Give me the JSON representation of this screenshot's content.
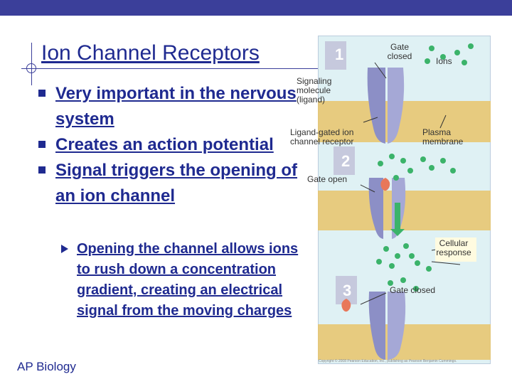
{
  "slide": {
    "title": "Ion Channel Receptors",
    "bullets": [
      "Very important in the nervous system",
      "Creates an action potential",
      "Signal triggers the opening of an ion channel"
    ],
    "sub_bullets": [
      "Opening the channel allows ions to rush down a concentration gradient, creating an electrical signal from the moving charges"
    ],
    "footer": "AP Biology"
  },
  "figure": {
    "labels": {
      "step1": "1",
      "step2": "2",
      "step3": "3",
      "gate_closed_top": "Gate closed",
      "ions": "Ions",
      "signaling_molecule": "Signaling molecule (ligand)",
      "ligand_gated_receptor": "Ligand-gated ion channel receptor",
      "plasma_membrane": "Plasma membrane",
      "gate_open": "Gate open",
      "cellular_response": "Cellular response",
      "gate_closed_bottom": "Gate closed"
    },
    "copyright": "Copyright © 2008 Pearson Education, Inc., publishing as Pearson Benjamin Cummings."
  },
  "colors": {
    "theme_blue": "#1f2a90",
    "membrane": "#e9c46a",
    "channel": "#8c8fc6",
    "ligand": "#e8775a",
    "ion": "#3bb36a",
    "step_badge": "#d9dbe8"
  }
}
